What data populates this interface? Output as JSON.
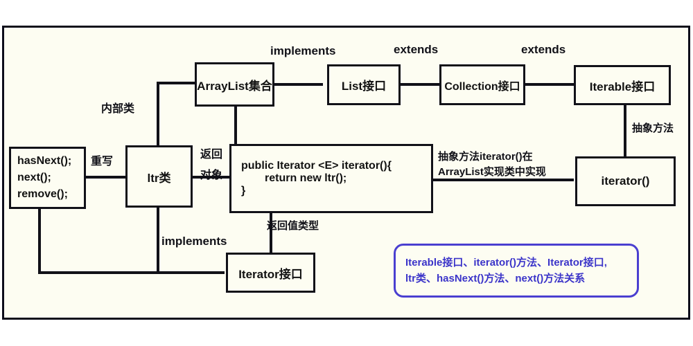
{
  "diagram": {
    "title_note": "Java Iterator / Iterable relationship diagram",
    "nodes": {
      "arraylist": "ArrayList集合",
      "list": "List接口",
      "collection": "Collection接口",
      "iterable": "Iterable接口",
      "itr": "ltr类",
      "hasnext": {
        "line1": "hasNext();",
        "line2": "next();",
        "line3": "remove();"
      },
      "code": {
        "line1": "public Iterator <E> iterator(){",
        "line2": "return new ltr();",
        "line3": "}"
      },
      "iterator_method": "iterator()",
      "iterator_interface": "Iterator接口"
    },
    "edge_labels": {
      "implements_top": "implements",
      "extends_1": "extends",
      "extends_2": "extends",
      "inner_class": "内部类",
      "override": "重写",
      "return_object_line1": "返回",
      "return_object_line2": "对象",
      "abstract_method_note_line1": "抽象方法iterator()在",
      "abstract_method_note_line2": "ArrayList实现类中实现",
      "abstract_method": "抽象方法",
      "return_type": "返回值类型",
      "implements_bottom": "implements"
    },
    "legend": {
      "line1": "Iterable接口、iterator()方法、Iterator接口,",
      "line2": "ltr类、hasNext()方法、next()方法关系"
    },
    "colors": {
      "stroke": "#111118",
      "canvas": "#fdfdf2",
      "legend_border": "#4a3fd0",
      "legend_text": "#3b34c9"
    }
  }
}
